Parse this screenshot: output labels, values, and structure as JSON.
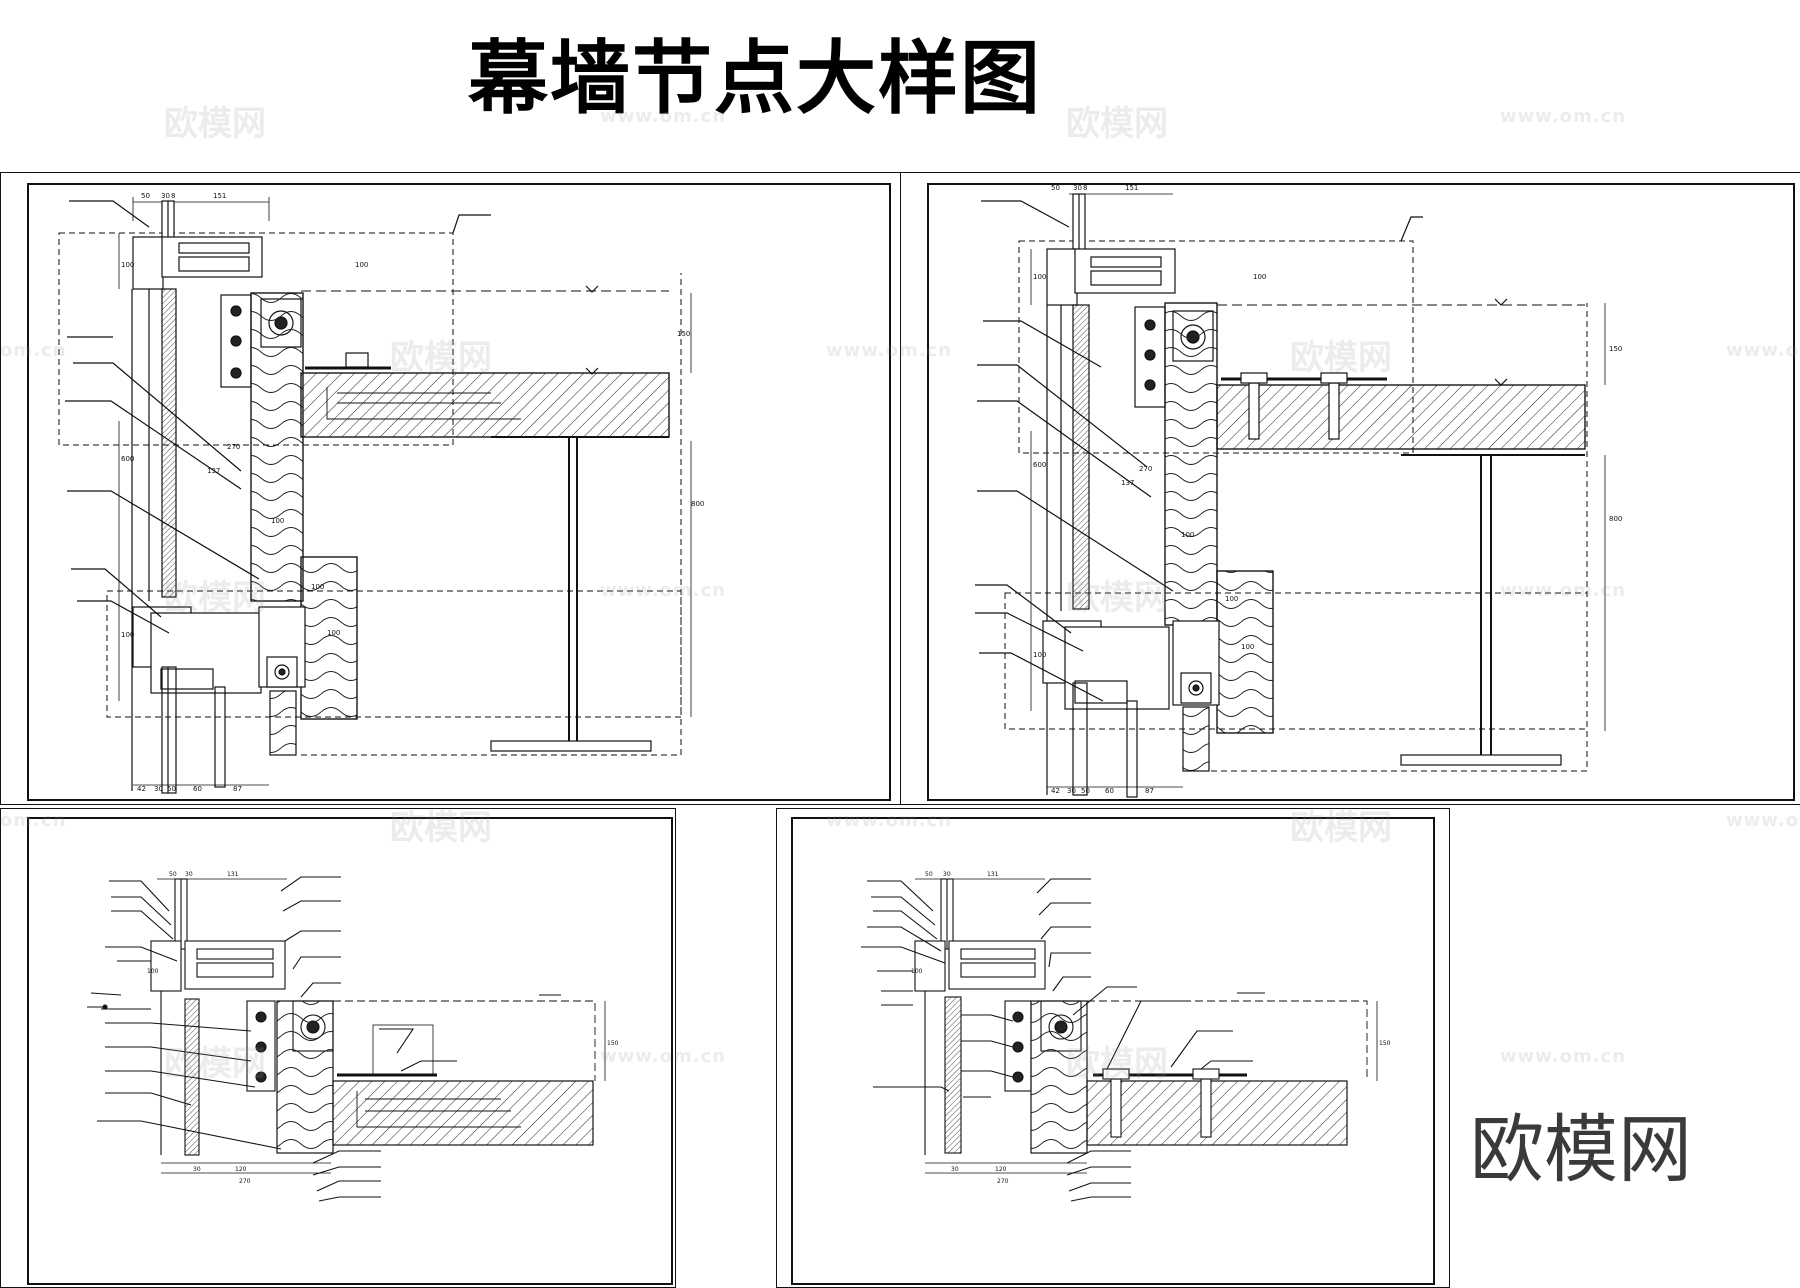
{
  "title": "幕墙节点大样图",
  "brand_mark": "欧模网",
  "watermarks": {
    "text": "欧模网",
    "url": "www.om.cn",
    "url_partial_left": "om.cn"
  },
  "details": [
    {
      "dims": {
        "top1": "50",
        "top2": "30",
        "top3": "8",
        "top_w": "151",
        "v100a": "100",
        "v100b": "100",
        "slab": "150",
        "h600": "600",
        "w270": "270",
        "w137": "137",
        "ins100": "100",
        "ins100b": "100",
        "ins100c": "100",
        "beam": "800",
        "v100c": "100",
        "b42": "42",
        "b30": "30",
        "b50": "50",
        "b60": "60",
        "b87": "87"
      }
    },
    {
      "dims": {
        "top1": "50",
        "top2": "30",
        "top3": "8",
        "top_w": "151",
        "v100a": "100",
        "v100b": "100",
        "slab": "150",
        "h600": "600",
        "w270": "270",
        "w137": "137",
        "ins100": "100",
        "ins100b": "100",
        "ins100c": "100",
        "beam": "800",
        "v100c": "100",
        "b42": "42",
        "b30": "30",
        "b50": "50",
        "b60": "60",
        "b87": "87"
      }
    },
    {
      "dims": {
        "top1": "50",
        "top2": "30",
        "top_w": "131",
        "v100": "100",
        "slab": "150",
        "b30": "30",
        "b120": "120",
        "w270": "270"
      }
    },
    {
      "dims": {
        "top1": "50",
        "top2": "30",
        "top_w": "131",
        "v100": "100",
        "slab": "150",
        "b30": "30",
        "b120": "120",
        "w270": "270"
      }
    }
  ]
}
